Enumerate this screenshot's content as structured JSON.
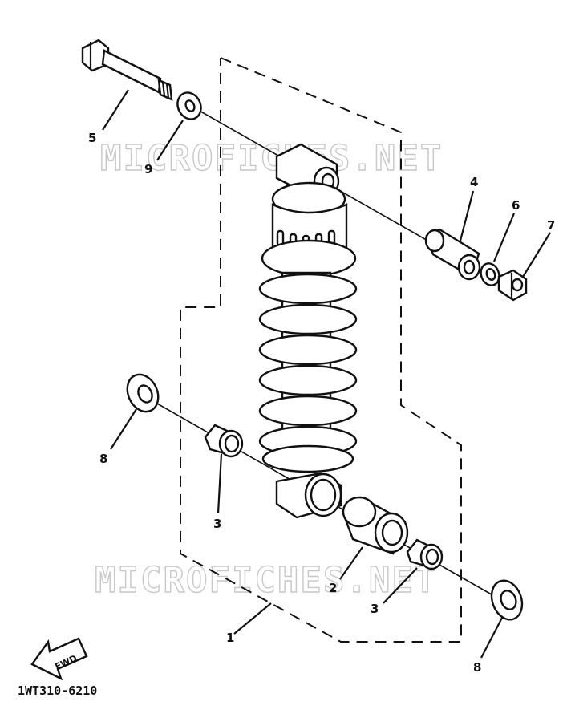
{
  "diagram": {
    "watermark": "MICROFICHES.NET",
    "catalog_code": "1WT310-6210",
    "fwd_label": "FWD",
    "callouts": {
      "bolt": "5",
      "washer_top": "9",
      "collar_top": "4",
      "washer_right": "6",
      "nut": "7",
      "washer_left": "8",
      "bushing_left": "3",
      "bushing_lower": "2",
      "bushing_right": "3",
      "washer_bottom": "8",
      "assembly": "1"
    }
  }
}
